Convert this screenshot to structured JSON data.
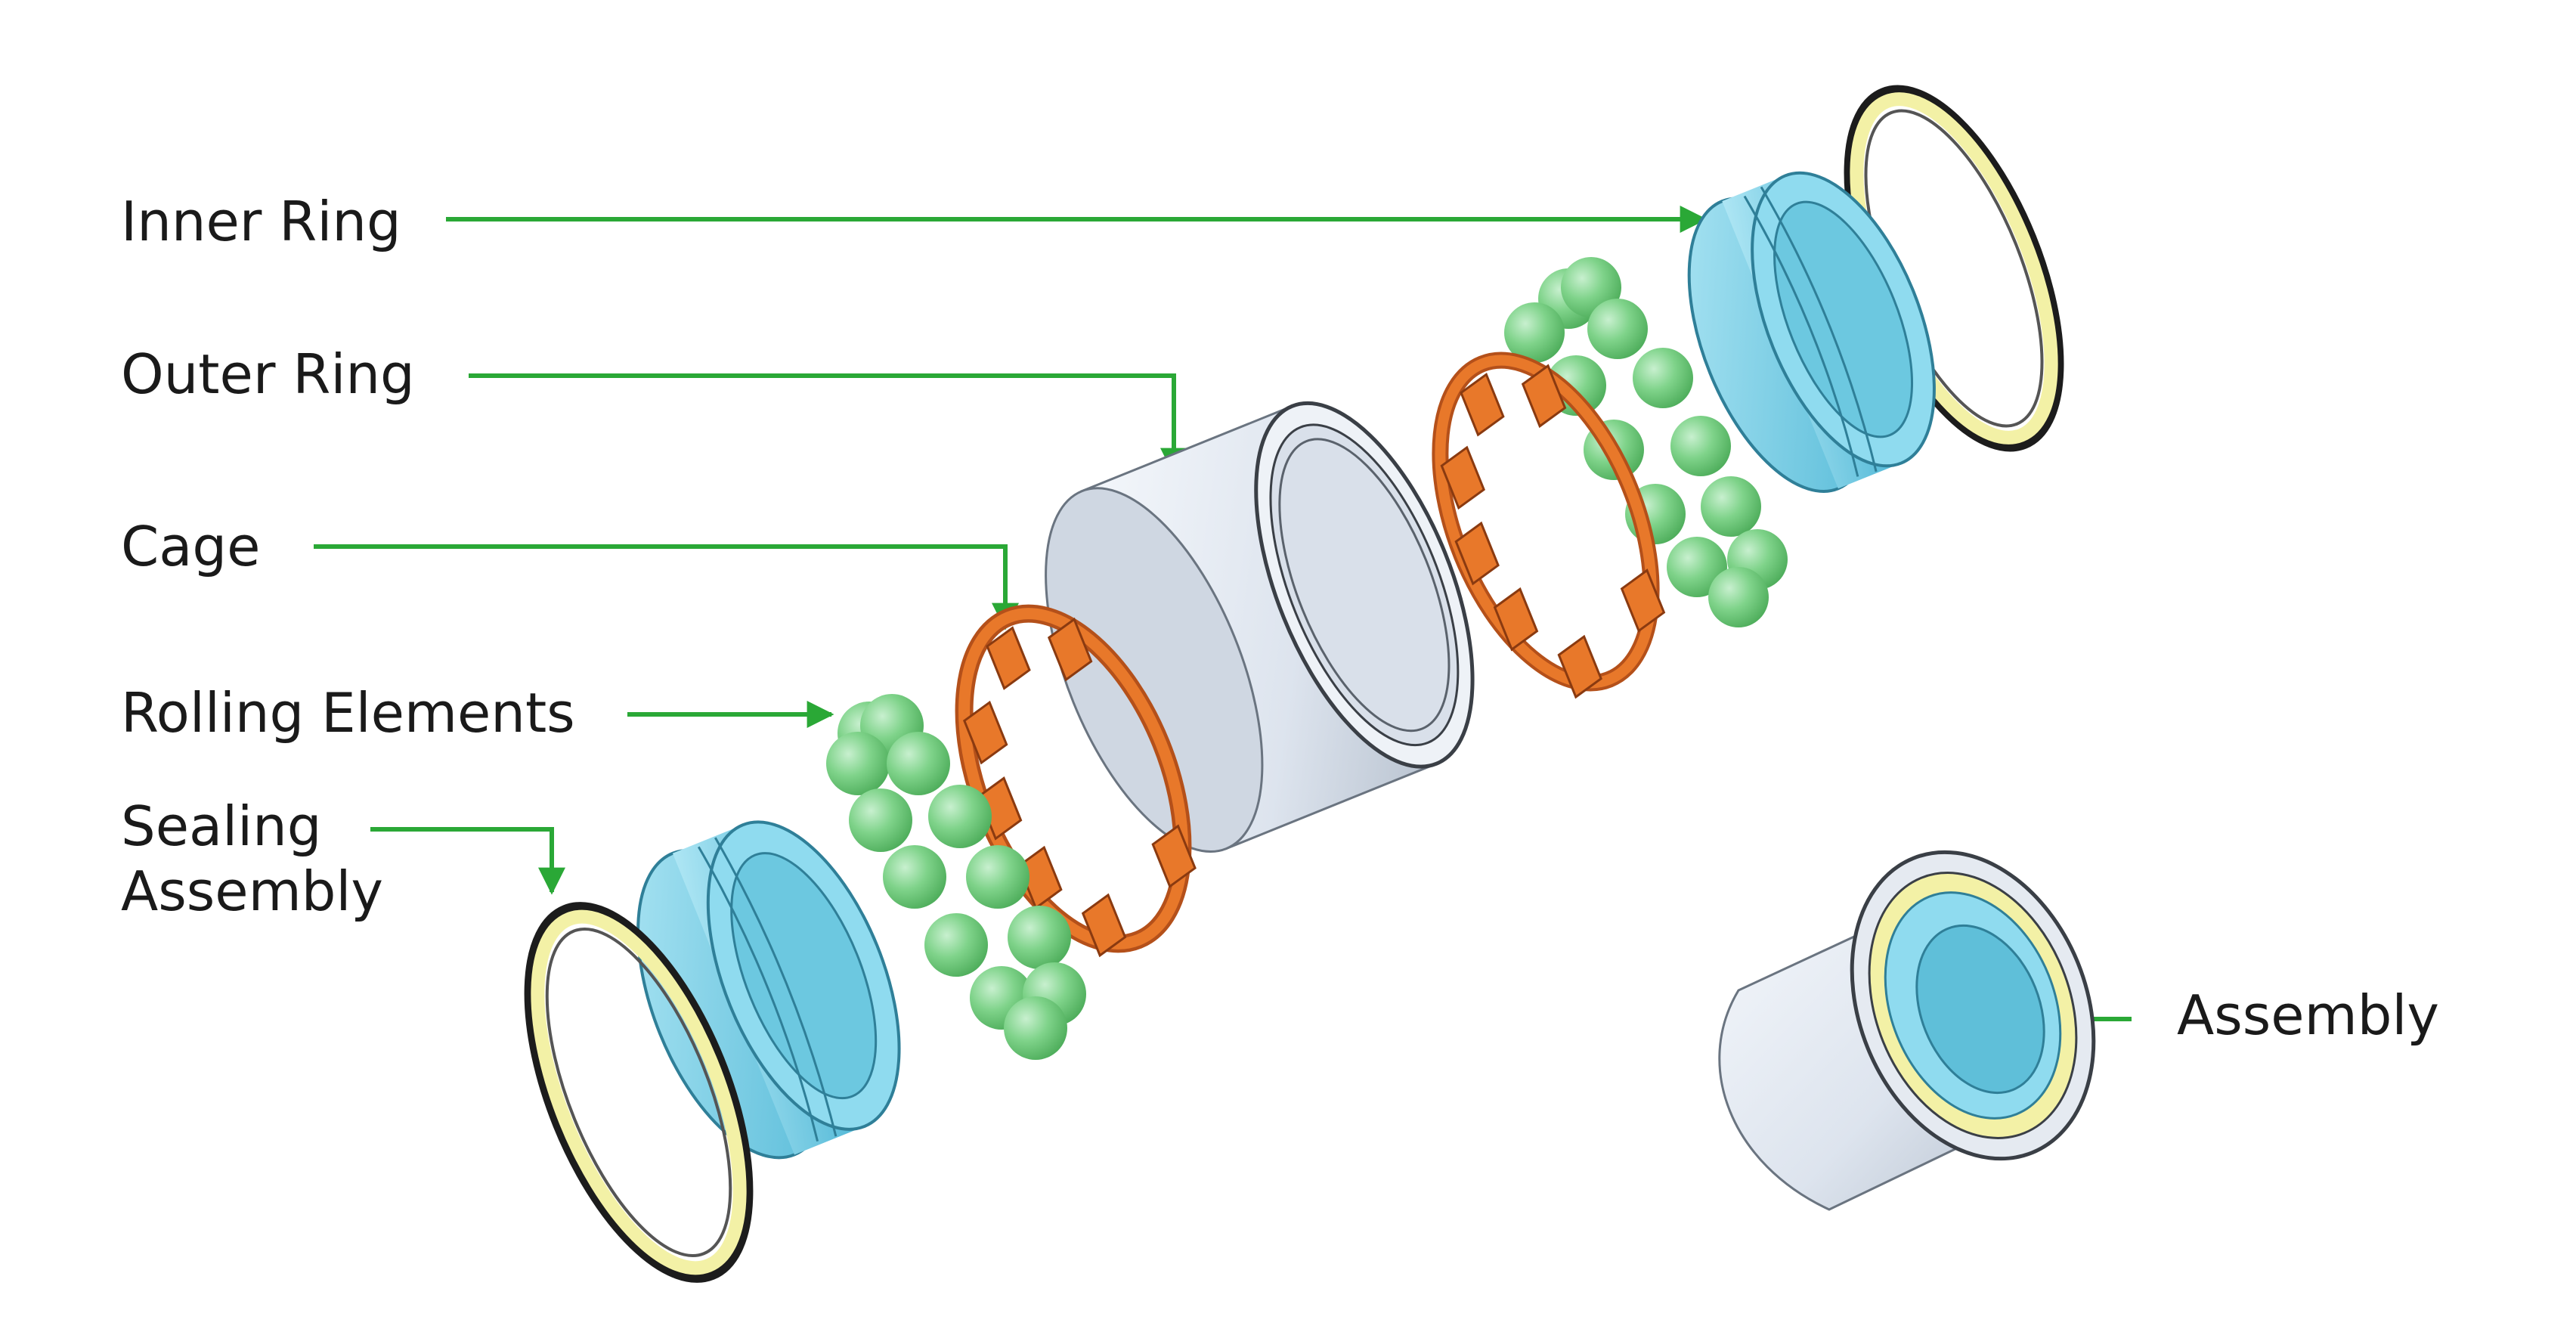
{
  "labels": {
    "inner_ring": "Inner Ring",
    "outer_ring": "Outer Ring",
    "cage": "Cage",
    "rolling_elements": "Rolling Elements",
    "sealing_line1": "Sealing",
    "sealing_line2": "Assembly",
    "assembly": "Assembly"
  },
  "colors": {
    "arrow": "#2aa836",
    "inner_ring": "#7fd3ea",
    "outer_ring": "#e3e9f1",
    "cage": "#e8782a",
    "ball": "#7fd38a",
    "seal": "#f3f1a6"
  }
}
